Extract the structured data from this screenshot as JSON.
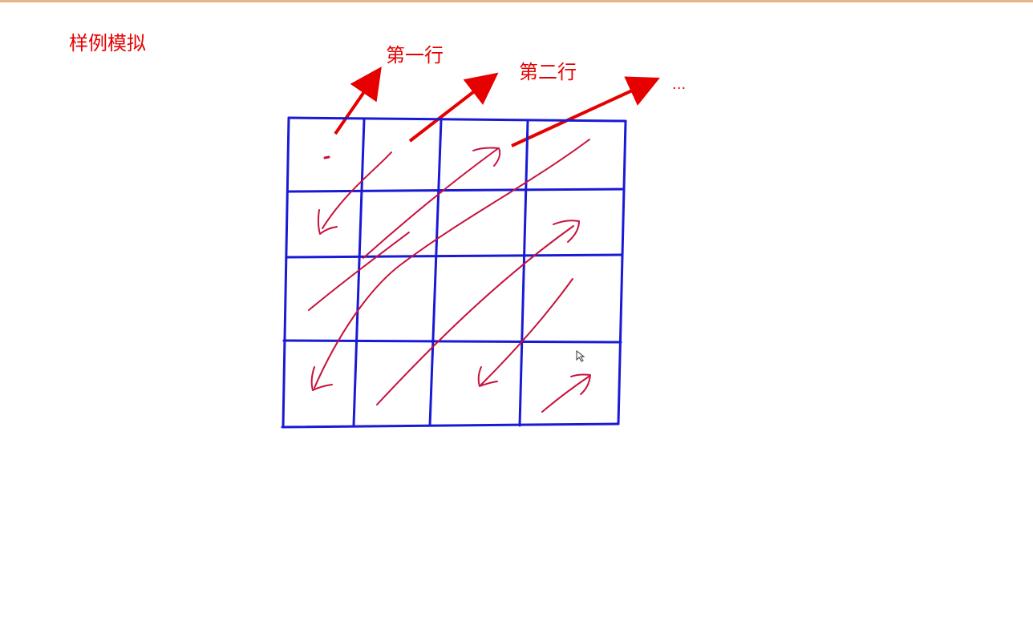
{
  "title": "样例模拟",
  "annotations": {
    "row1": "第一行",
    "row2": "第二行",
    "more": "..."
  },
  "grid": {
    "rows": 4,
    "cols": 4
  },
  "colors": {
    "grid_line": "#1a1ad6",
    "stroke": "#c8103a",
    "label": "#e60000",
    "top_rule": "#e8b48a"
  },
  "icons": {
    "cursor": "mouse-pointer-icon"
  }
}
